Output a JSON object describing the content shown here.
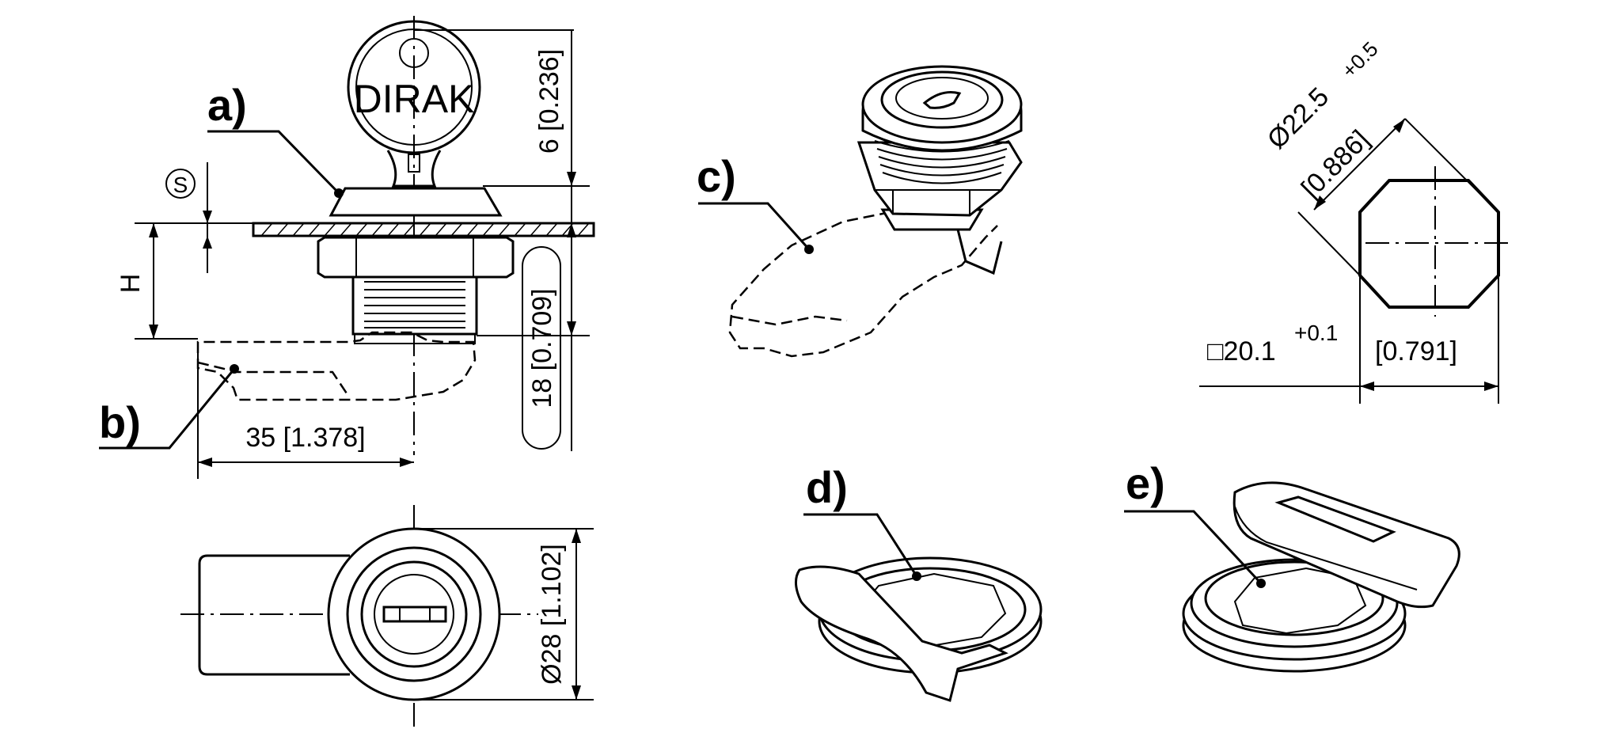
{
  "labels": {
    "a": "a)",
    "b": "b)",
    "c": "c)",
    "d": "d)",
    "e": "e)"
  },
  "brand": "DIRAK",
  "symbols": {
    "s": "S",
    "h": "H"
  },
  "dimensions": {
    "key_height": "6 [0.236]",
    "body_length": "18 [0.709]",
    "cam_length": "35 [1.378]",
    "flange_diameter": "Ø28 [1.102]",
    "cutout_diameter": "Ø22.5",
    "cutout_diameter_tol": "+0.5",
    "cutout_diameter_in": "[0.886]",
    "cutout_flat": "□20.1",
    "cutout_flat_tol": "+0.1",
    "cutout_flat_in": "[0.791]"
  }
}
